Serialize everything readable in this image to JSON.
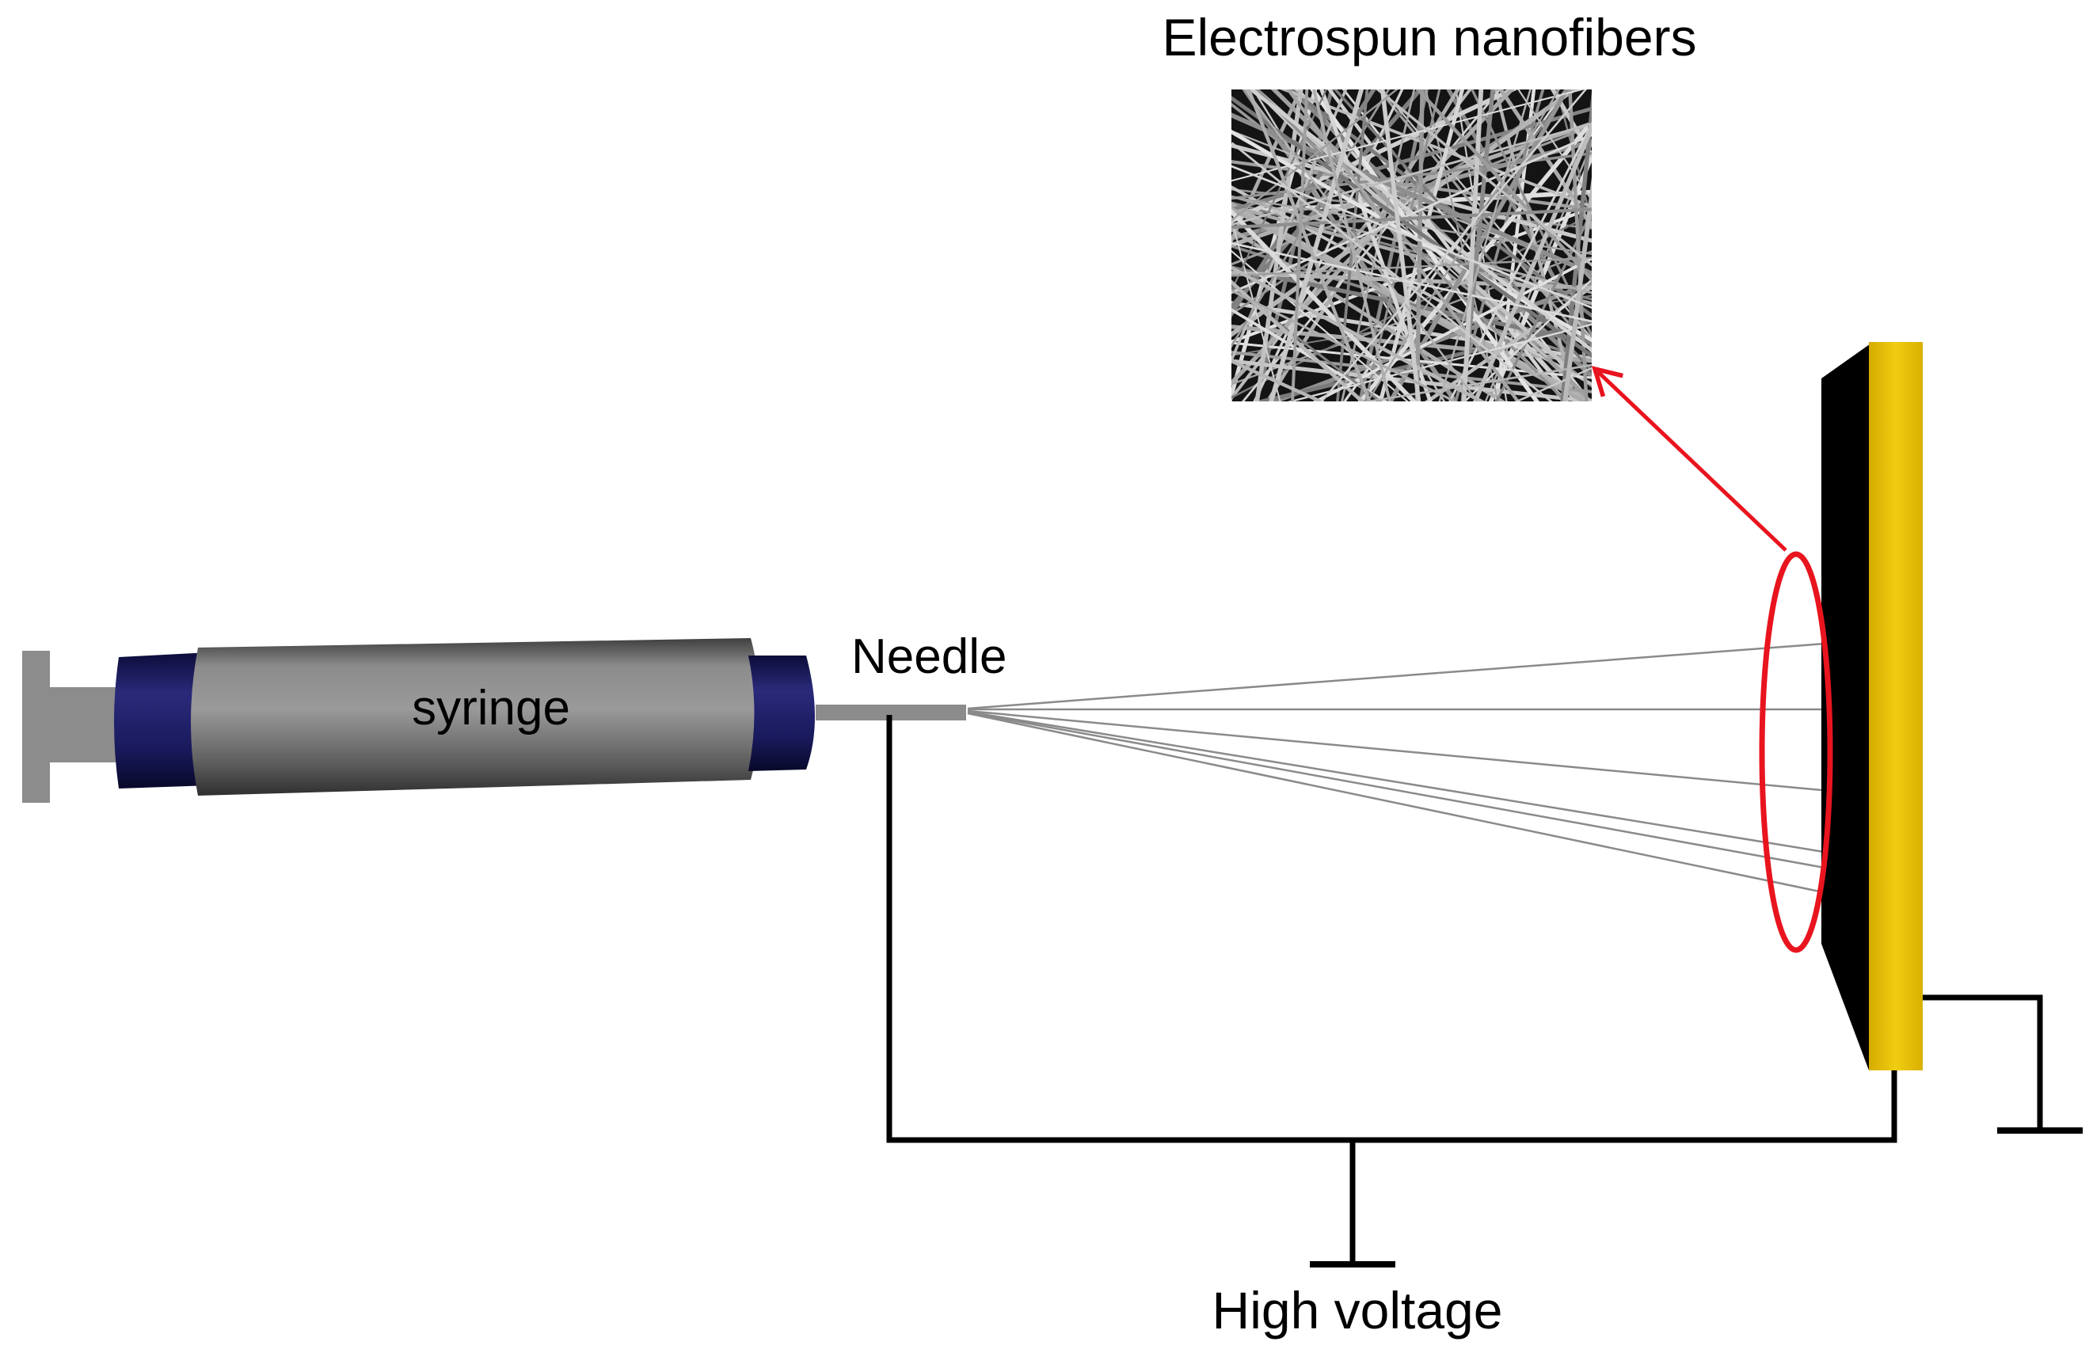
{
  "labels": {
    "nanofibers_title": "Electrospun nanofibers",
    "syringe": "syringe",
    "needle": "Needle",
    "high_voltage": "High voltage"
  },
  "colors": {
    "background": "#ffffff",
    "barrel": "#6e6e6e",
    "end_caps": "#1a1a5e",
    "plunger": "#8c8c8c",
    "needle": "#8c8c8c",
    "collector_plate": "#e8c200",
    "collector_back": "#000000",
    "highlight": "#e8141e",
    "wires": "#000000",
    "fiber_jets": "#8a8a8a",
    "micrograph_bg": "#141414",
    "micrograph_fibers": "#bdbdbd"
  },
  "icons": {
    "ground_collector": "ground-symbol-icon",
    "ground_supply": "ground-symbol-icon",
    "zoom_arrow": "arrow-icon"
  }
}
